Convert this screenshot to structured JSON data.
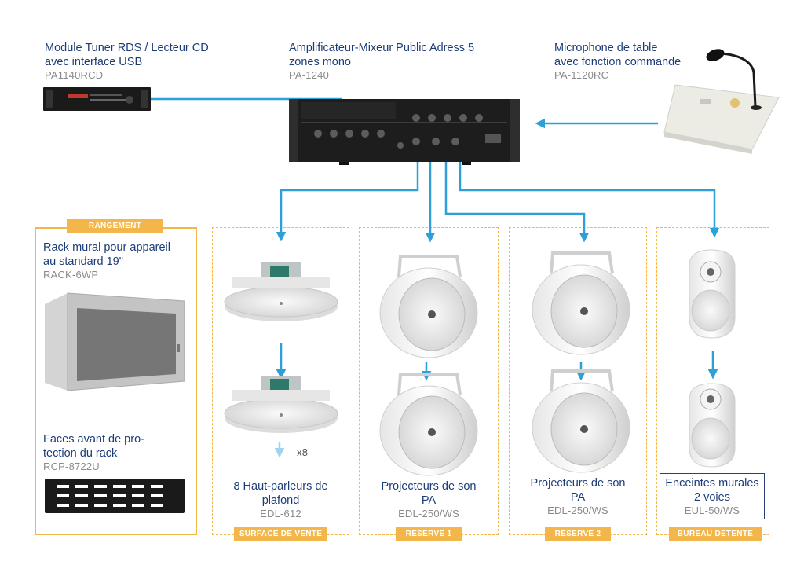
{
  "tuner": {
    "title1": "Module Tuner RDS / Lecteur CD",
    "title2": "avec interface USB",
    "code": "PA1140RCD"
  },
  "amplifier": {
    "title1": "Amplificateur-Mixeur Public Adress 5",
    "title2": "zones mono",
    "code": "PA-1240"
  },
  "microphone": {
    "title1": "Microphone de table",
    "title2": "avec fonction commande",
    "code": "PA-1120RC"
  },
  "rack": {
    "title1": "Rack mural pour appareil",
    "title2": "au standard 19\"",
    "code": "RACK-6WP"
  },
  "faces": {
    "title1": "Faces avant de pro-",
    "title2": "tection du rack",
    "code": "RCP-8722U"
  },
  "ceiling": {
    "multiplier": "x8",
    "title1": "8 Haut-parleurs de",
    "title2": "plafond",
    "code": "EDL-612"
  },
  "projector1": {
    "title1": "Projecteurs de son",
    "title2": "PA",
    "code": "EDL-250/WS"
  },
  "projector2": {
    "title1": "Projecteurs de son",
    "title2": "PA",
    "code": "EDL-250/WS"
  },
  "wall": {
    "title1": "Enceintes  murales",
    "title2": "2 voies",
    "code": "EUL-50/WS"
  },
  "zones": {
    "storage": "RANGEMENT",
    "sales": "SURFACE DE VENTE",
    "reserve1": "RESERVE 1",
    "reserve2": "RESERVE 2",
    "office": "BUREAU DETENTE"
  },
  "colors": {
    "accent": "#f2b64a",
    "connector": "#2f9fd8",
    "title": "#1c3c78",
    "code": "#8a8a8a"
  }
}
